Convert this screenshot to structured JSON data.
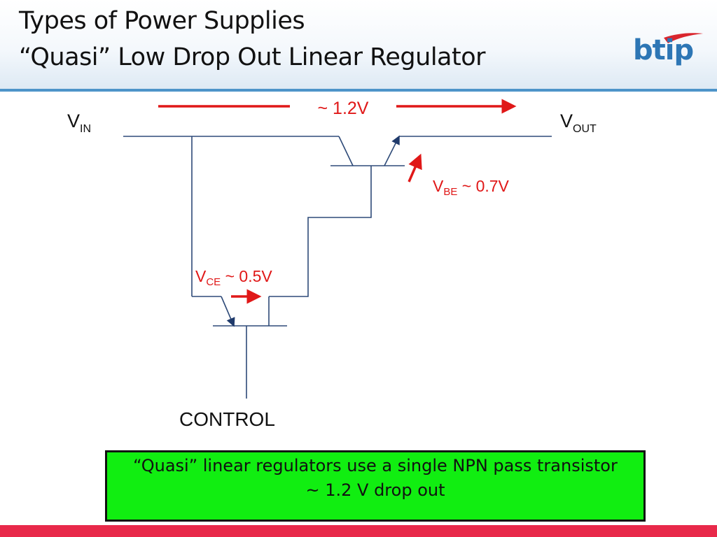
{
  "header": {
    "title_line1": "Types of Power Supplies",
    "title_line2": "“Quasi” Low Drop Out Linear Regulator",
    "logo_text": "btip"
  },
  "diagram": {
    "vin": {
      "main": "V",
      "sub": "IN"
    },
    "vout": {
      "main": "V",
      "sub": "OUT"
    },
    "dropout": "~ 1.2V",
    "vbe": {
      "main": "V",
      "sub": "BE",
      "value": " ~ 0.7V"
    },
    "vce": {
      "main": "V",
      "sub": "CE",
      "value": " ~ 0.5V"
    },
    "control": "CONTROL"
  },
  "callout": {
    "text": "“Quasi” linear regulators use a single NPN pass transistor ~ 1.2 V drop out"
  },
  "colors": {
    "accent_red": "#e01818",
    "callout_green": "#11ee11",
    "header_rule": "#4d94c9",
    "logo_blue": "#2d76b5",
    "footer": "#e8294a"
  }
}
